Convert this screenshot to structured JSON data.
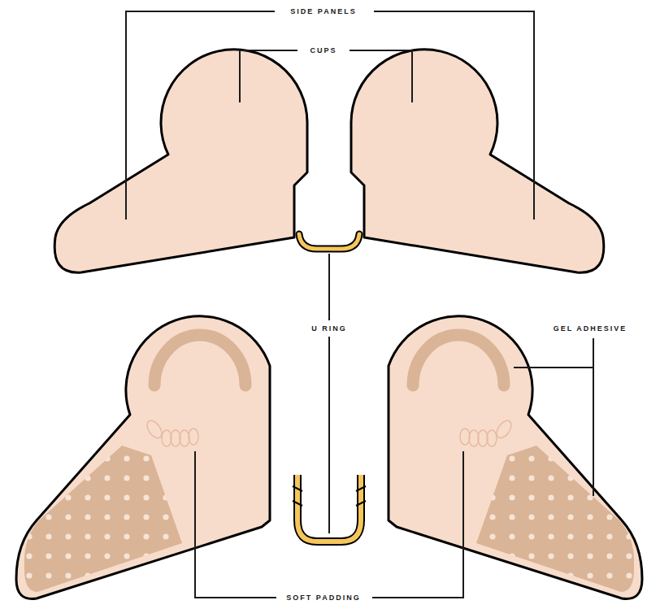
{
  "diagram": {
    "labels": [
      "SIDE PANELS",
      "CUPS",
      "U RING",
      "GEL ADHESIVE",
      "SOFT PADDING"
    ]
  }
}
